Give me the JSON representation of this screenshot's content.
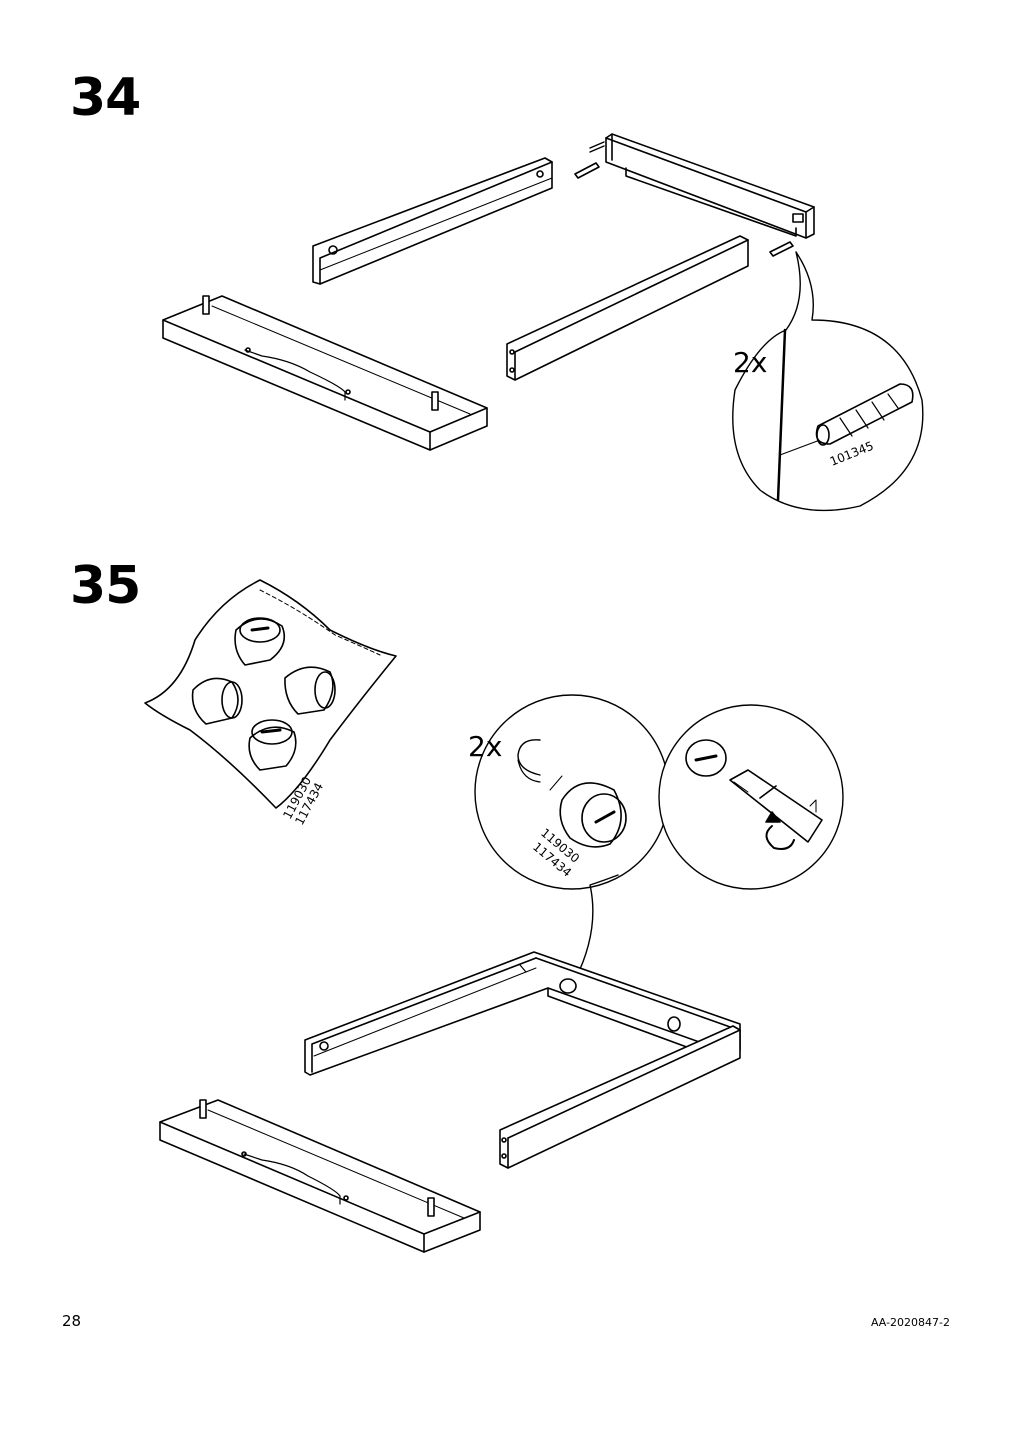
{
  "page": {
    "page_number": "28",
    "document_code": "AA-2020847-2"
  },
  "step34": {
    "number": "34",
    "callout_quantity": "2x",
    "part_number": "101345"
  },
  "step35": {
    "number": "35",
    "bag_part_numbers": [
      "119030",
      "117434"
    ],
    "callout_quantity": "2x",
    "callout_part_numbers": [
      "119030",
      "117434"
    ]
  }
}
